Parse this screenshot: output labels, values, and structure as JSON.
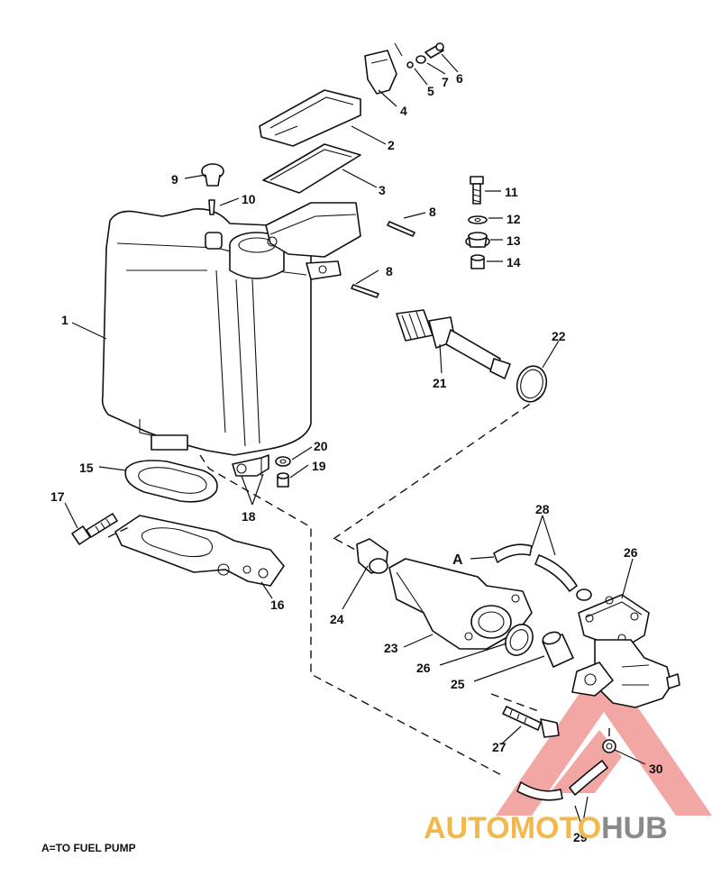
{
  "callouts": [
    {
      "id": "c1",
      "text": "1"
    },
    {
      "id": "c2",
      "text": "2"
    },
    {
      "id": "c3",
      "text": "3"
    },
    {
      "id": "c4",
      "text": "4"
    },
    {
      "id": "c5",
      "text": "5"
    },
    {
      "id": "c6",
      "text": "6"
    },
    {
      "id": "c7",
      "text": "7"
    },
    {
      "id": "c8a",
      "text": "8"
    },
    {
      "id": "c8b",
      "text": "8"
    },
    {
      "id": "c9",
      "text": "9"
    },
    {
      "id": "c10",
      "text": "10"
    },
    {
      "id": "c11",
      "text": "11"
    },
    {
      "id": "c12",
      "text": "12"
    },
    {
      "id": "c13",
      "text": "13"
    },
    {
      "id": "c14",
      "text": "14"
    },
    {
      "id": "c15",
      "text": "15"
    },
    {
      "id": "c16",
      "text": "16"
    },
    {
      "id": "c17",
      "text": "17"
    },
    {
      "id": "c18",
      "text": "18"
    },
    {
      "id": "c19",
      "text": "19"
    },
    {
      "id": "c20",
      "text": "20"
    },
    {
      "id": "c21",
      "text": "21"
    },
    {
      "id": "c22",
      "text": "22"
    },
    {
      "id": "c23",
      "text": "23"
    },
    {
      "id": "c24",
      "text": "24"
    },
    {
      "id": "c25",
      "text": "25"
    },
    {
      "id": "c26a",
      "text": "26"
    },
    {
      "id": "c26b",
      "text": "26"
    },
    {
      "id": "c27",
      "text": "27"
    },
    {
      "id": "c28",
      "text": "28"
    },
    {
      "id": "c29",
      "text": "29"
    },
    {
      "id": "c30",
      "text": "30"
    },
    {
      "id": "cA",
      "text": "A"
    }
  ],
  "footnote": "A=TO FUEL PUMP",
  "watermark": {
    "part1": "AUTOMOTO",
    "part2": "HUB",
    "color_primary": "#f3b84b",
    "color_secondary": "#8a8a8a",
    "logo_color": "#e8605a"
  }
}
